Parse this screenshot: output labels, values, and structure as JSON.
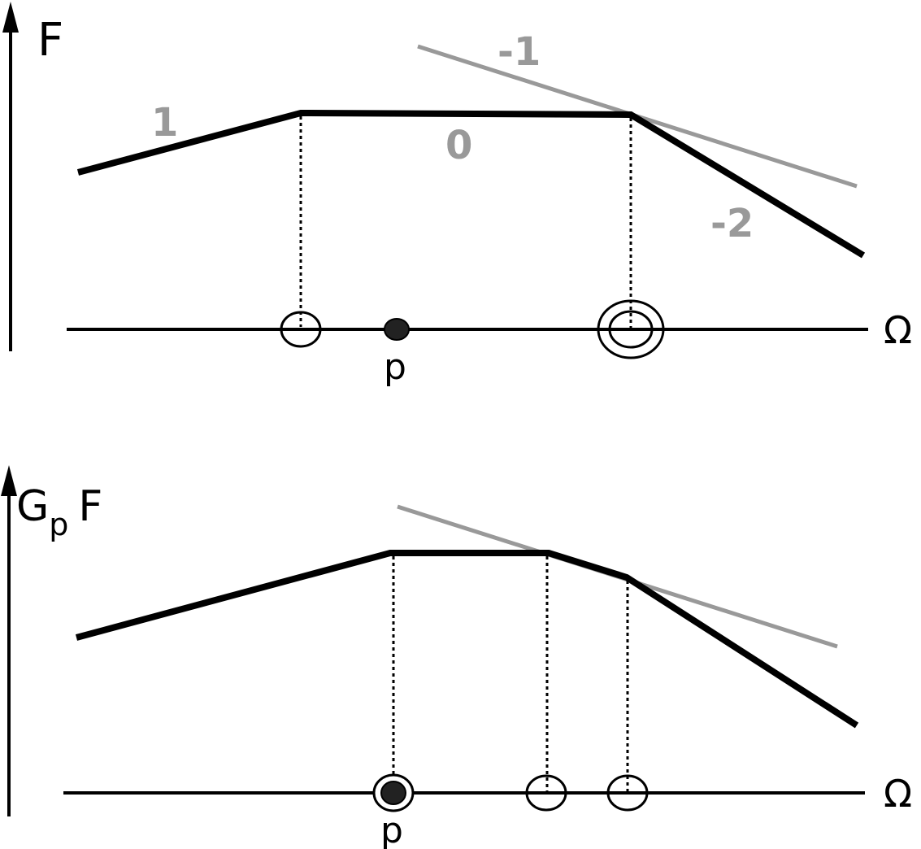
{
  "colors": {
    "curve": "#000000",
    "asymptote": "#999999",
    "text": "#000000",
    "slope_label": "#999999",
    "pole_fill": "#222222"
  },
  "top_panel": {
    "y_axis_label": "F",
    "x_axis_label": "Ω",
    "slope_labels": [
      "1",
      "0",
      "-1",
      "-2"
    ],
    "point_label": "p",
    "markers": [
      {
        "type": "zero",
        "description": "single circle at first breakpoint"
      },
      {
        "type": "pole",
        "label": "p",
        "description": "filled dot"
      },
      {
        "type": "double-zero",
        "description": "double circle at second breakpoint"
      }
    ]
  },
  "bottom_panel": {
    "y_axis_label_main": "G",
    "y_axis_label_sub": "p",
    "y_axis_label_tail": "F",
    "x_axis_label": "Ω",
    "point_label": "p",
    "markers": [
      {
        "type": "pole-zero",
        "label": "p",
        "description": "filled dot inside circle"
      },
      {
        "type": "zero",
        "description": "single circle"
      },
      {
        "type": "zero",
        "description": "single circle"
      }
    ]
  }
}
